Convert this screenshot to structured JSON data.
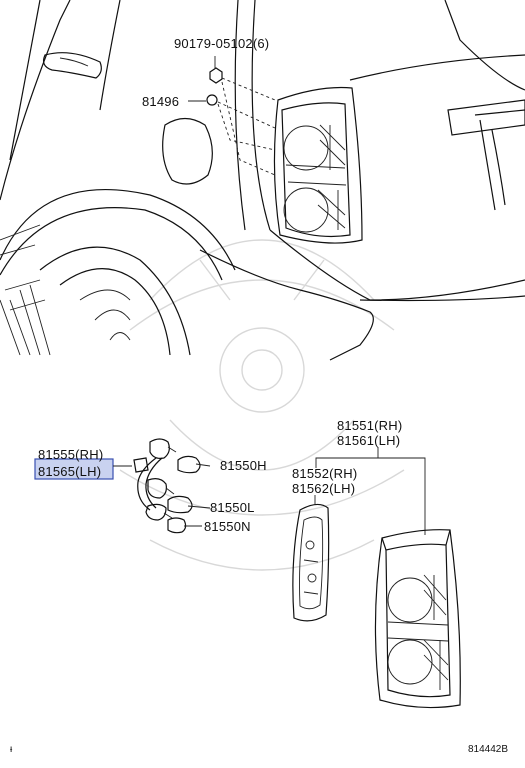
{
  "callouts": {
    "nut": "90179-05102(6)",
    "clip": "81496",
    "socket_rh": "81555(RH)",
    "socket_lh": "81565(LH)",
    "bulb_h": "81550H",
    "bulb_l": "81550L",
    "bulb_n": "81550N",
    "lamp_rh": "81551(RH)",
    "lamp_lh": "81561(LH)",
    "gasket_rh": "81552(RH)",
    "gasket_lh": "81562(LH)"
  },
  "footer": {
    "left_mark": "ᵻ",
    "diagram_id": "814442B"
  },
  "highlight": {
    "part": "81565(LH)",
    "fill": "#c9d2f0",
    "stroke": "#3a4fb0"
  },
  "icons": [
    "vehicle-rear-quarter-illustration",
    "tail-lamp-illustration",
    "socket-wire-illustration",
    "bulb-icon",
    "gasket-illustration",
    "watermark-emblem"
  ]
}
